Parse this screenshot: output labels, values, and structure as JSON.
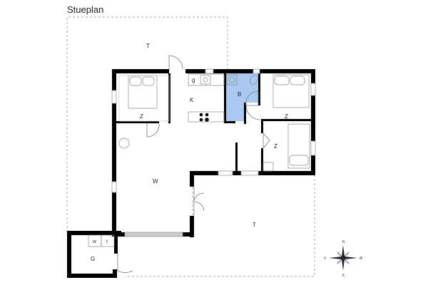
{
  "title": "Stueplan",
  "rooms": {
    "terrace_top": "T",
    "bedroom_1": "Z",
    "kitchen": "K",
    "kitchen_item": "g",
    "bathroom": "B",
    "bedroom_2": "Z",
    "bedroom_3": "Z",
    "living": "W",
    "terrace_bottom": "T",
    "garage": "G",
    "garage_w": "w",
    "garage_t": "t"
  },
  "compass": {
    "n": "N",
    "s": "S",
    "e": "Ø",
    "w": "V"
  },
  "colors": {
    "wall": "#000000",
    "bathroom_fill": "#a9c8f2",
    "dashed_line": "#aaaaaa",
    "window": "#cccccc"
  }
}
